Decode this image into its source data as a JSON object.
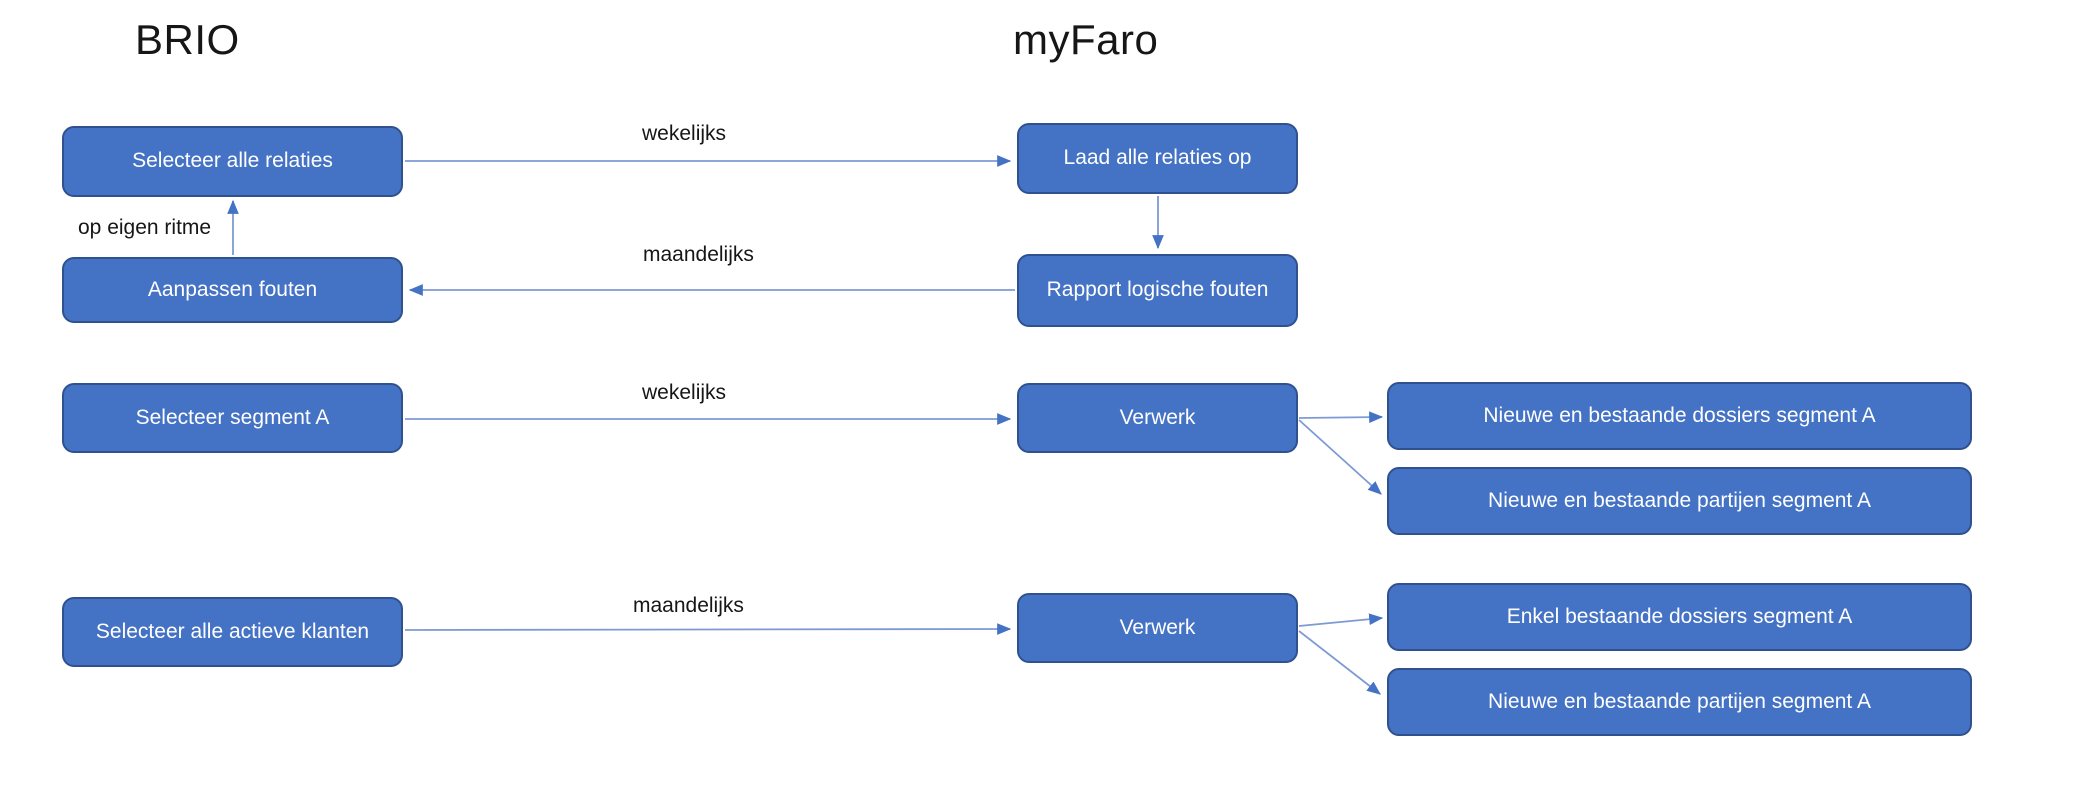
{
  "diagram": {
    "columns": {
      "left_title": "BRIO",
      "right_title": "myFaro"
    },
    "boxes": {
      "selecteer_alle_relaties": "Selecteer alle relaties",
      "aanpassen_fouten": "Aanpassen fouten",
      "laad_alle_relaties_op": "Laad alle relaties op",
      "rapport_logische_fouten": "Rapport logische fouten",
      "selecteer_segment_a": "Selecteer segment A",
      "verwerk_weekly": "Verwerk",
      "nieuwe_dossiers_a": "Nieuwe en bestaande dossiers segment A",
      "nieuwe_partijen_a_weekly": "Nieuwe en bestaande partijen segment A",
      "selecteer_actieve_klanten": "Selecteer alle actieve klanten",
      "verwerk_monthly": "Verwerk",
      "enkel_dossiers_a": "Enkel bestaande dossiers segment A",
      "nieuwe_partijen_a_monthly": "Nieuwe en bestaande partijen segment A"
    },
    "edge_labels": {
      "wekelijks_relaties": "wekelijks",
      "maandelijks_rapport": "maandelijks",
      "op_eigen_ritme": "op eigen ritme",
      "wekelijks_segment": "wekelijks",
      "maandelijks_klanten": "maandelijks"
    },
    "colors": {
      "box_fill": "#4472C4",
      "box_border": "#2F528F",
      "box_text": "#FFFFFF",
      "arrow_line": "#7E9AD4",
      "arrow_head": "#4472C4",
      "label_text": "#161616"
    }
  }
}
